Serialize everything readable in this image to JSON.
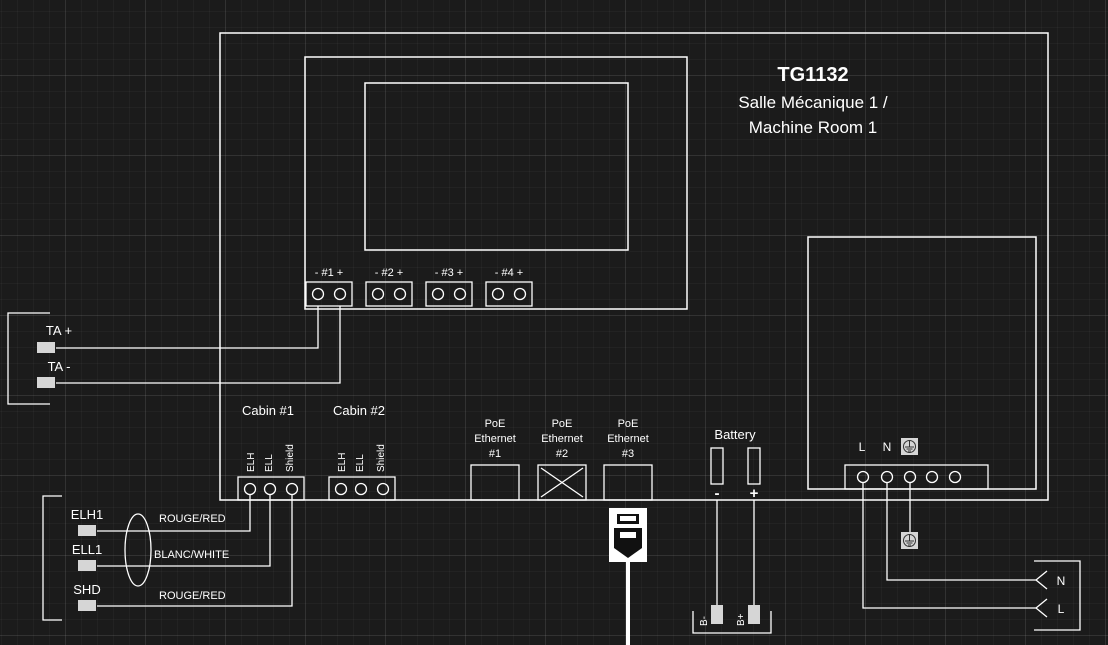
{
  "panel": {
    "title": "TG1132",
    "subtitle_line1": "Salle Mécanique 1 /",
    "subtitle_line2": "Machine Room 1"
  },
  "display": {
    "terminals": [
      {
        "label": "- #1 +"
      },
      {
        "label": "- #2 +"
      },
      {
        "label": "- #3 +"
      },
      {
        "label": "- #4 +"
      }
    ]
  },
  "ta": {
    "plus": "TA +",
    "minus": "TA -"
  },
  "cabins": [
    {
      "label": "Cabin #1",
      "pins": [
        "ELH",
        "ELL",
        "Shield"
      ]
    },
    {
      "label": "Cabin #2",
      "pins": [
        "ELH",
        "ELL",
        "Shield"
      ]
    }
  ],
  "poe": [
    {
      "line1": "PoE",
      "line2": "Ethernet",
      "line3": "#1"
    },
    {
      "line1": "PoE",
      "line2": "Ethernet",
      "line3": "#2"
    },
    {
      "line1": "PoE",
      "line2": "Ethernet",
      "line3": "#3"
    }
  ],
  "battery": {
    "label": "Battery",
    "minus": "-",
    "plus": "+",
    "bminus": "B-",
    "bplus": "B+"
  },
  "power": {
    "l": "L",
    "n": "N"
  },
  "mains": {
    "n": "N",
    "l": "L"
  },
  "cabin_wires": [
    {
      "pin": "ELH1",
      "wire": "ROUGE/RED"
    },
    {
      "pin": "ELL1",
      "wire": "BLANC/WHITE"
    },
    {
      "pin": "SHD",
      "wire": "ROUGE/RED"
    }
  ]
}
